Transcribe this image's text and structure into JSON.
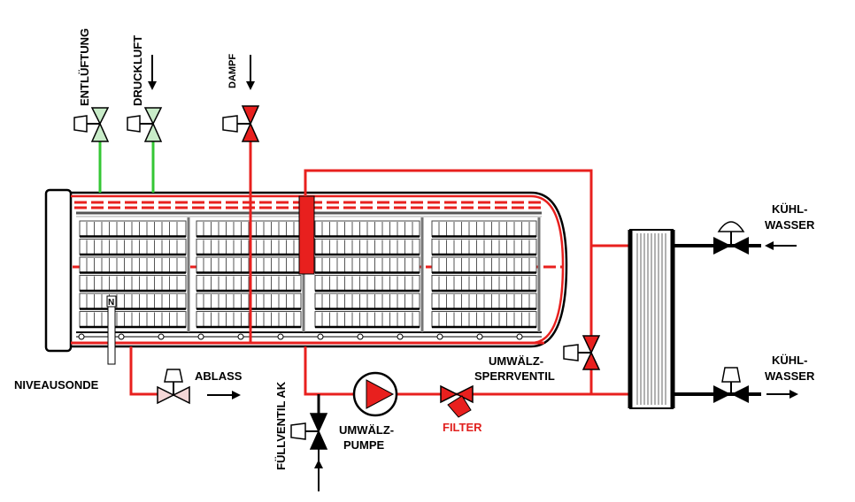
{
  "labels": {
    "entlueftung": "ENTLÜFTUNG",
    "druckluft": "DRUCKLUFT",
    "dampf": "DAMPF",
    "kuehlwasser_in_1": "KÜHL-",
    "kuehlwasser_in_2": "WASSER",
    "kuehlwasser_out_1": "KÜHL-",
    "kuehlwasser_out_2": "WASSER",
    "niveausonde": "NIVEAUSONDE",
    "ablass": "ABLASS",
    "fuellventil": "FÜLLVENTIL AK",
    "umwaelzpumpe_1": "UMWÄLZ-",
    "umwaelzpumpe_2": "PUMPE",
    "filter": "FILTER",
    "umwaelz_sperr_1": "UMWÄLZ-",
    "umwaelz_sperr_2": "SPERRVENTIL",
    "sensor_letter": "N"
  },
  "colors": {
    "steam_line": "#e8201e",
    "air_line": "#34c734",
    "valve_green": "#c8ecc8",
    "valve_red": "#e8201e",
    "pipe_black": "#000000"
  }
}
